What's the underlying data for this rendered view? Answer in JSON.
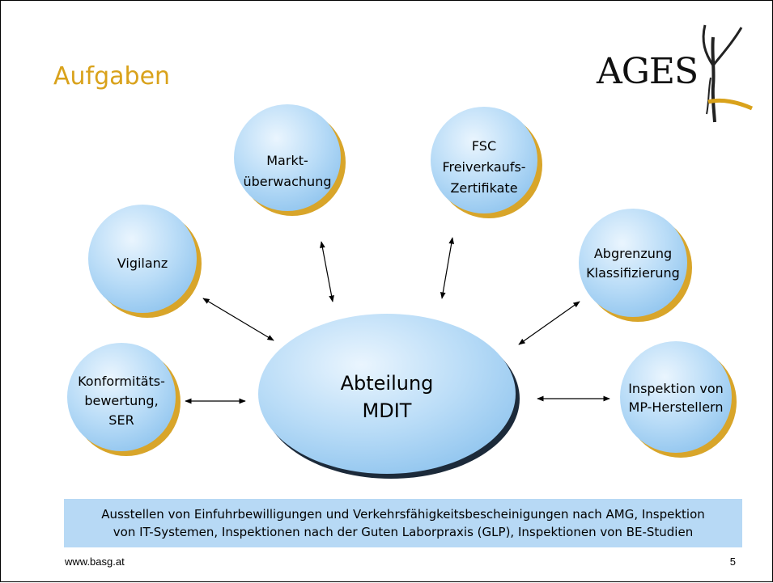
{
  "slide": {
    "title": "Aufgaben",
    "logo_text": "AGES",
    "center": {
      "line1": "Abteilung",
      "line2": "MDIT"
    },
    "nodes": [
      {
        "id": "markt",
        "lines": [
          "Markt-",
          "überwachung"
        ]
      },
      {
        "id": "fsc",
        "lines": [
          "FSC",
          "Freiverkaufs-",
          "Zertifikate"
        ]
      },
      {
        "id": "vigilanz",
        "lines": [
          "Vigilanz"
        ]
      },
      {
        "id": "abgrenzung",
        "lines": [
          "Abgrenzung",
          "Klassifizierung"
        ]
      },
      {
        "id": "konformitaet",
        "lines": [
          "Konformitäts-",
          "bewertung,",
          "SER"
        ]
      },
      {
        "id": "inspektion",
        "lines": [
          "Inspektion von",
          "MP-Herstellern"
        ]
      }
    ],
    "info_box": {
      "line1": "Ausstellen von Einfuhrbewilligungen und Verkehrsfähigkeitsbescheinigungen nach AMG, Inspektion",
      "line2": "von IT-Systemen, Inspektionen nach der Guten Laborpraxis (GLP), Inspektionen von BE-Studien"
    },
    "footer_url": "www.basg.at",
    "page_number": "5"
  },
  "colors": {
    "title": "#d9a21b",
    "shadow": "#d8a52a",
    "bubble_light": "#eaf5fe",
    "bubble_dark": "#8fc4ee",
    "info_box": "#b7d9f5"
  }
}
